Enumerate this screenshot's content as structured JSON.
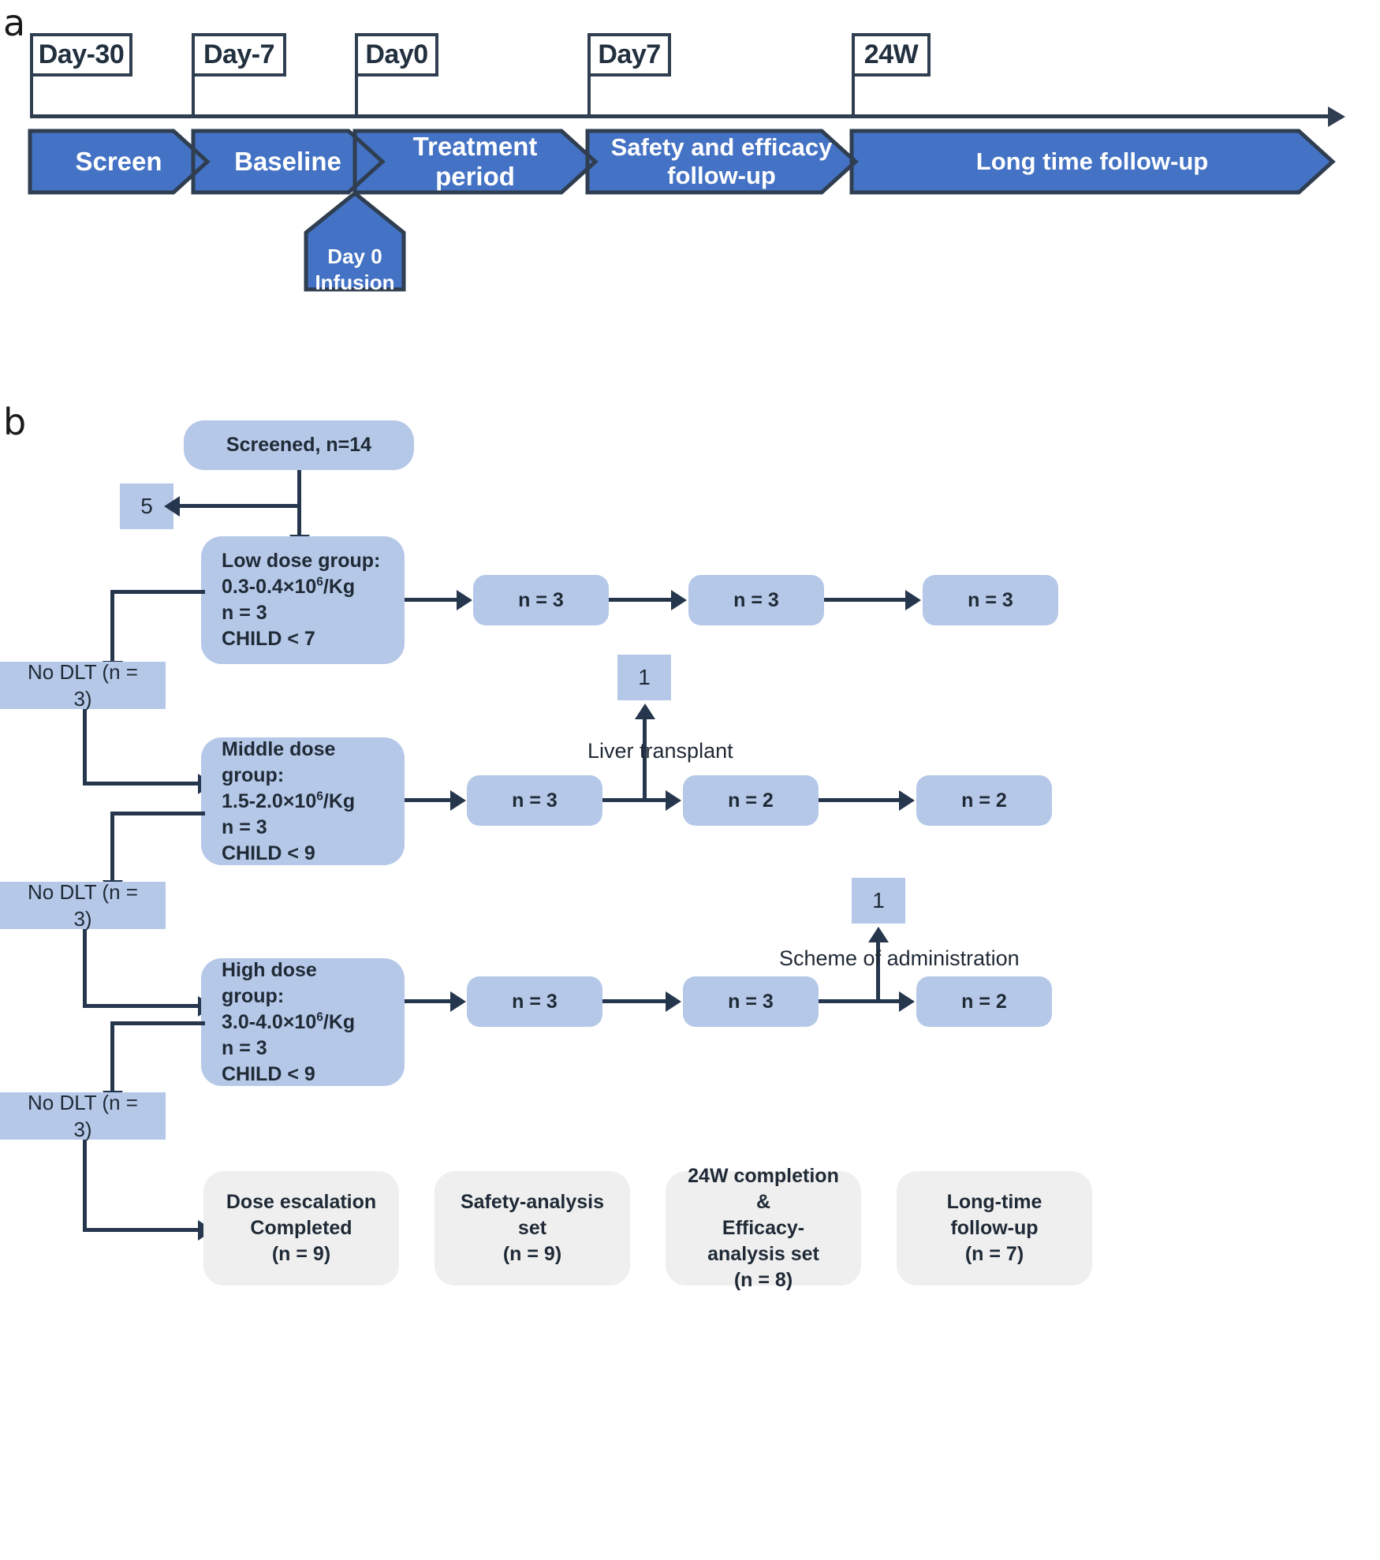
{
  "figure": {
    "panel_a_letter": "a",
    "panel_b_letter": "b"
  },
  "timeline": {
    "milestones": [
      {
        "label": "Day-30"
      },
      {
        "label": "Day-7"
      },
      {
        "label": "Day0"
      },
      {
        "label": "Day7"
      },
      {
        "label": "24W"
      }
    ],
    "phases": [
      {
        "label": "Screen"
      },
      {
        "label": "Baseline"
      },
      {
        "label": "Treatment period"
      },
      {
        "label": "Safety and efficacy follow-up"
      },
      {
        "label": "Long time follow-up"
      }
    ],
    "infusion_marker": {
      "line1": "Day 0",
      "line2": "Infusion"
    }
  },
  "flow": {
    "screened": "Screened, n=14",
    "excluded": "5",
    "groups": [
      {
        "title": "Low dose group:",
        "dose_prefix": "0.3-0.4×10",
        "dose_sup": "6",
        "dose_suffix": "/Kg",
        "n": "n = 3",
        "child": "CHILD < 7",
        "followups": [
          "n = 3",
          "n = 3",
          "n = 3"
        ],
        "dlt": "No DLT (n = 3)"
      },
      {
        "title": "Middle dose group:",
        "dose_prefix": "1.5-2.0×10",
        "dose_sup": "6",
        "dose_suffix": "/Kg",
        "n": "n = 3",
        "child": "CHILD < 9",
        "followups": [
          "n = 3",
          "n = 2",
          "n = 2"
        ],
        "dlt": "No DLT (n = 3)",
        "dropout": {
          "count": "1",
          "reason": "Liver transplant"
        }
      },
      {
        "title": "High dose group:",
        "dose_prefix": "3.0-4.0×10",
        "dose_sup": "6",
        "dose_suffix": "/Kg",
        "n": "n = 3",
        "child": "CHILD < 9",
        "followups": [
          "n = 3",
          "n = 3",
          "n = 2"
        ],
        "dlt": "No DLT (n = 3)",
        "dropout": {
          "count": "1",
          "reason": "Scheme of administration"
        }
      }
    ],
    "summary": [
      {
        "line1": "Dose escalation",
        "line2": "Completed",
        "line3": "(n = 9)"
      },
      {
        "line1": "Safety-analysis set",
        "line2": "(n = 9)",
        "line3": ""
      },
      {
        "line1": "24W completion &",
        "line2": "Efficacy-analysis set",
        "line3": "(n = 8)"
      },
      {
        "line1": "Long-time follow-up",
        "line2": "(n = 7)",
        "line3": ""
      }
    ]
  },
  "colors": {
    "chevron_blue": "#4472c4",
    "outline_navy": "#2f3e50",
    "node_blue": "#b6c8e8",
    "node_grey": "#efefef",
    "connector": "#25364d"
  }
}
